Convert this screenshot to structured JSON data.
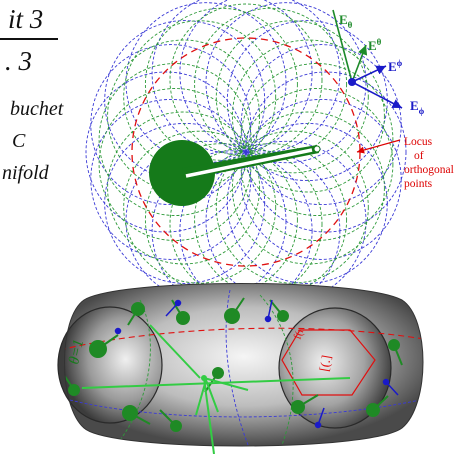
{
  "left_text": {
    "line1": "it 3",
    "line2": ". 3",
    "line3": "buchet",
    "line4": "C",
    "line5": "nifold"
  },
  "basis_labels": {
    "e_theta_lower": "E",
    "e_theta_lower_sub": "θ",
    "e_theta_upper": "E",
    "e_theta_upper_sup": "θ",
    "e_phi_upper": "E",
    "e_phi_upper_sup": "ϕ",
    "e_phi_lower": "E",
    "e_phi_lower_sub": "ϕ"
  },
  "annotation": {
    "line1": "Locus",
    "line2": "of",
    "line3": "orthogonal",
    "line4": "points"
  },
  "torus_writing": {
    "theta_eq": "θ=1",
    "sign": "[(.]",
    "fragment": "f(r"
  },
  "colors": {
    "blue_grid": "#3a3ad6",
    "green_grid": "#2e9a3a",
    "red_locus": "#e01010",
    "green_disk": "#157a1a",
    "green_vector": "#33cc44",
    "annotation_red": "#dd0000",
    "basis_blue": "#1a1ac8",
    "basis_green": "#1d8a2a"
  }
}
